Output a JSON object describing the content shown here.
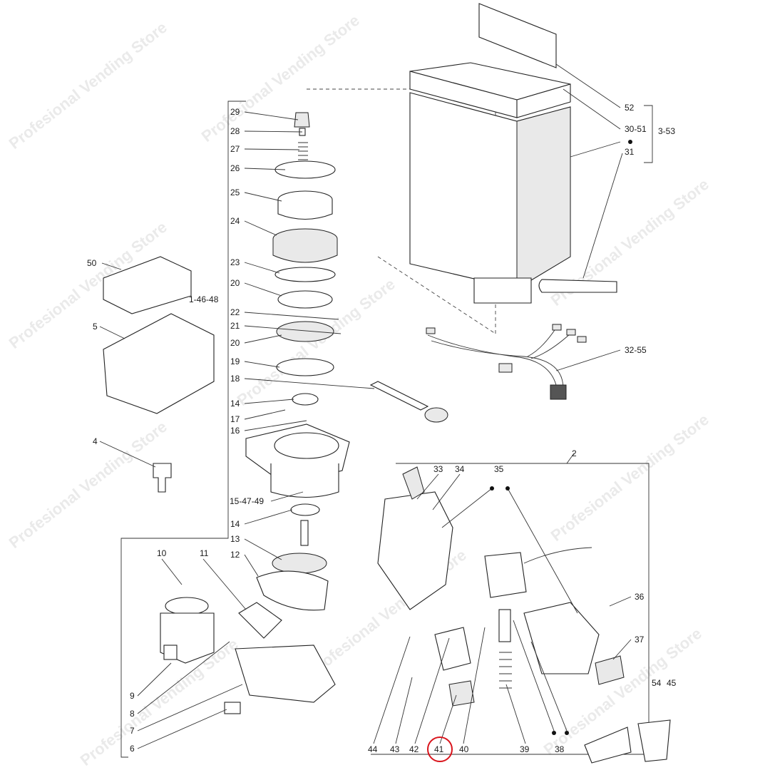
{
  "diagram": {
    "watermark": "Profesional Vending Store",
    "highlight_label": "41",
    "callouts": [
      "29",
      "28",
      "27",
      "26",
      "25",
      "24",
      "23",
      "20",
      "22",
      "21",
      "20",
      "19",
      "18",
      "14",
      "17",
      "16",
      "15-47-49",
      "14",
      "13",
      "12",
      "1-46-48",
      "50",
      "5",
      "4",
      "10",
      "11",
      "9",
      "8",
      "7",
      "6",
      "52",
      "30-51",
      "3-53",
      "31",
      "32-55",
      "2",
      "33",
      "34",
      "35",
      "36",
      "37",
      "54",
      "45",
      "44",
      "43",
      "42",
      "41",
      "40",
      "39",
      "38"
    ]
  }
}
